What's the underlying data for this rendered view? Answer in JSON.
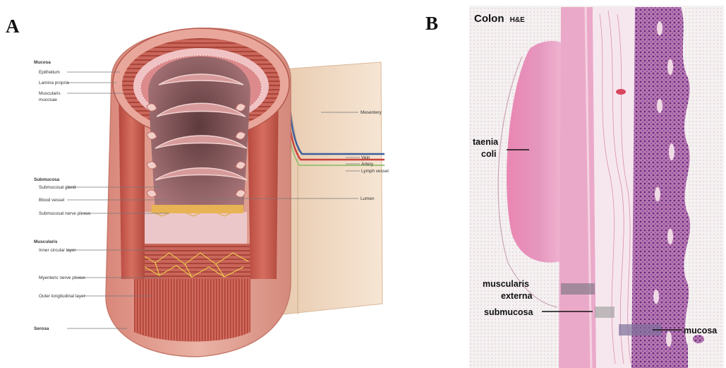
{
  "panels": {
    "a": {
      "letter": "A"
    },
    "b": {
      "letter": "B"
    }
  },
  "panel_a": {
    "layers": {
      "mucosa": "Mucosa",
      "submucosa": "Submucosa",
      "muscularis": "Muscularis",
      "serosa": "Serosa"
    },
    "labels": {
      "epithelium": "Epithelium",
      "lamina_propria": "Lamina propria",
      "muscularis_mucosae_1": "Muscularis",
      "muscularis_mucosae_2": "mucosae",
      "submucosal_gland": "Submucosal gland",
      "blood_vessel": "Blood vessel",
      "submucosal_nerve_plexus": "Submucosal nerve plexus",
      "inner_circular_layer": "Inner circular layer",
      "myenteric_nerve_plexus": "Myenteric nerve plexus",
      "outer_longitudinal_layer": "Outer longitudinal layer",
      "mesentery": "Mesentery",
      "vein": "Vein",
      "artery": "Artery",
      "lymph_vessel": "Lymph vessel",
      "lumen": "Lumen"
    },
    "colors": {
      "wall": "#e6a294",
      "muscle": "#c85a4e",
      "mucosa": "#d9868a",
      "lumen": "#9a6a6c",
      "nerve": "#e2b74a",
      "mesentery": "#f1dcc4"
    }
  },
  "panel_b": {
    "title": "Colon",
    "stain": "H&E",
    "labels": {
      "taenia_1": "taenia",
      "taenia_2": "coli",
      "muscularis_1": "muscularis",
      "muscularis_2": "externa",
      "submucosa": "submucosa",
      "mucosa": "mucosa"
    },
    "colors": {
      "taenia": "#e58fb8",
      "muscle": "#eaa5c7",
      "submucosa": "#f3dde8",
      "mucosa": "#b46aa8",
      "nuclei": "#6a3a8c",
      "background": "#f4f1f1"
    }
  }
}
